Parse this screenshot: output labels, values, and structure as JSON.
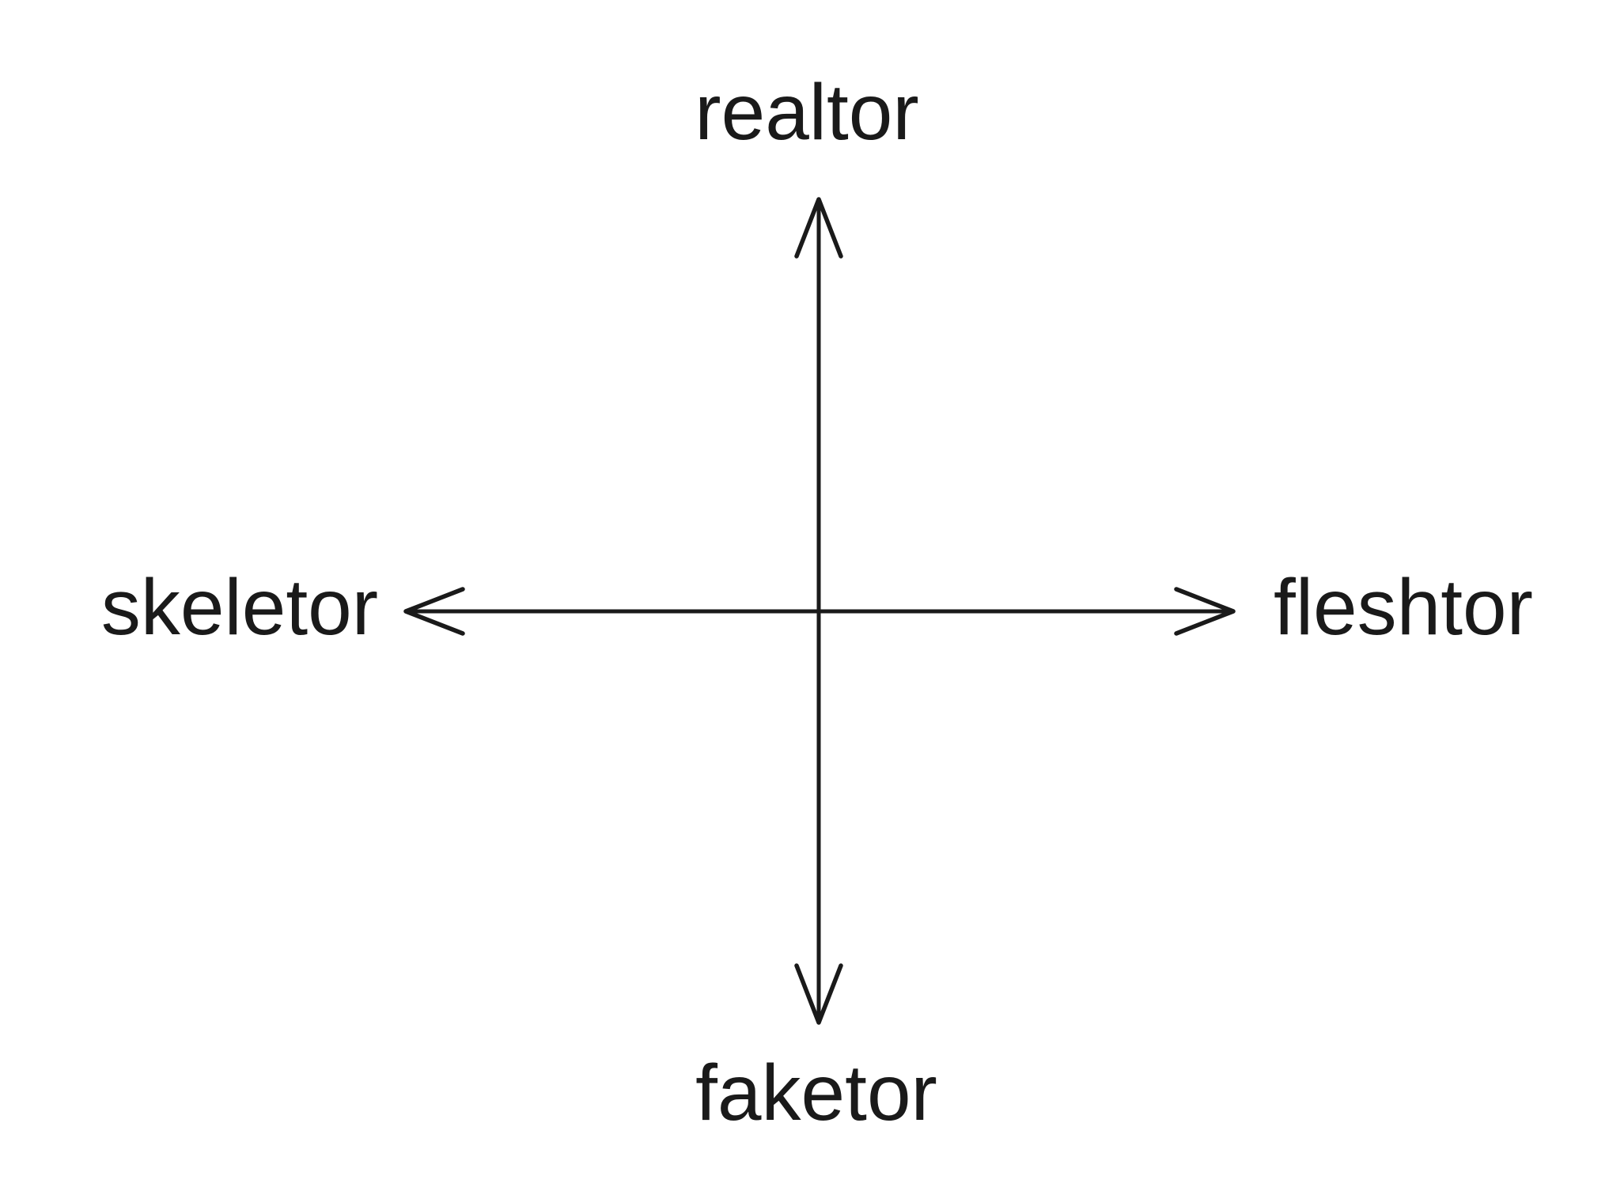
{
  "diagram": {
    "type": "axis-cross",
    "background_color": "#ffffff",
    "ink_color": "#1a1a1a",
    "axes": {
      "vertical": {
        "top": {
          "label": "realtor"
        },
        "bottom": {
          "label": "faketor"
        }
      },
      "horizontal": {
        "left": {
          "label": "skeletor"
        },
        "right": {
          "label": "fleshtor"
        }
      }
    }
  }
}
